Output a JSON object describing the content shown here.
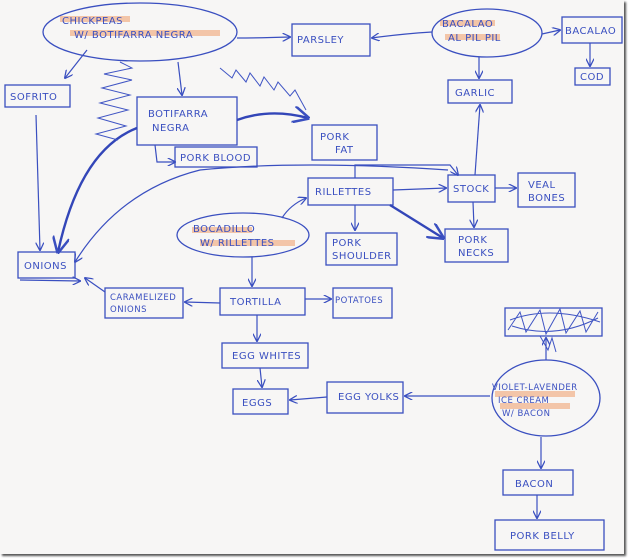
{
  "nodes": {
    "chickpeas": [
      "CHICKPEAS",
      "W/ BOTIFARRA NEGRA"
    ],
    "parsley": "PARSLEY",
    "bacalao_pil": [
      "BACALAO",
      "AL PIL PIL"
    ],
    "bacalao": "BACALAO",
    "cod": "COD",
    "garlic": "GARLIC",
    "sofrito": "SOFRITO",
    "botifarra": [
      "BOTIFARRA",
      "NEGRA"
    ],
    "pork_blood": "PORK BLOOD",
    "pork_fat": [
      "PORK",
      "FAT"
    ],
    "rillettes": "RILLETTES",
    "stock": "STOCK",
    "veal_bones": [
      "VEAL",
      "BONES"
    ],
    "pork_shoulder": [
      "PORK",
      "SHOULDER"
    ],
    "pork_necks": [
      "PORK",
      "NECKS"
    ],
    "bocadillo": [
      "BOCADILLO",
      "W/ RILLETTES"
    ],
    "onions": "ONIONS",
    "caramelized_onions": [
      "CARAMELIZED",
      "ONIONS"
    ],
    "tortilla": "TORTILLA",
    "potatoes": "POTATOES",
    "egg_whites": "EGG WHITES",
    "eggs": "EGGS",
    "egg_yolks": "EGG YOLKS",
    "ice_cream": [
      "VIOLET-LAVENDER",
      "ICE CREAM",
      "W/ BACON"
    ],
    "bacon": "BACON",
    "pork_belly": "PORK BELLY"
  },
  "colors": {
    "ink": "#3a4fc0",
    "highlight": "#f2b48d",
    "paper": "#f7f6f5"
  }
}
